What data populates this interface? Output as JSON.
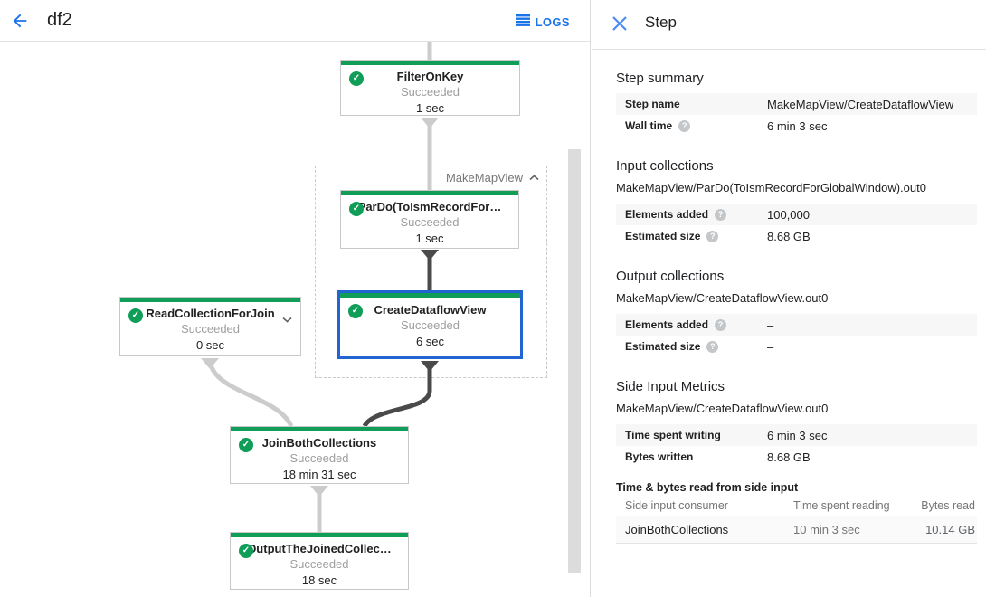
{
  "header": {
    "title": "df2",
    "logs_label": "LOGS"
  },
  "colors": {
    "green": "#0f9d58",
    "blue": "#1a73e8",
    "selected_border": "#2264d1",
    "edge_gray": "#cccccc",
    "edge_dark": "#4a4a4a"
  },
  "icons": {
    "back": "arrow-left",
    "logs": "list-lines",
    "close": "x",
    "check": "✓",
    "help": "?",
    "group_collapse": "chevron-up",
    "node_expand": "chevron-down"
  },
  "graph": {
    "group": {
      "label": "MakeMapView"
    },
    "nodes": {
      "filter": {
        "name": "FilterOnKey",
        "status": "Succeeded",
        "time": "1 sec"
      },
      "pardo": {
        "name": "ParDo(ToIsmRecordFor…",
        "status": "Succeeded",
        "time": "1 sec"
      },
      "create": {
        "name": "CreateDataflowView",
        "status": "Succeeded",
        "time": "6 sec"
      },
      "read": {
        "name": "ReadCollectionForJoin",
        "status": "Succeeded",
        "time": "0 sec"
      },
      "join": {
        "name": "JoinBothCollections",
        "status": "Succeeded",
        "time": "18 min 31 sec"
      },
      "output": {
        "name": "OutputTheJoinedCollec…",
        "status": "Succeeded",
        "time": "18 sec"
      }
    }
  },
  "panel": {
    "title": "Step",
    "sections": {
      "summary": {
        "title": "Step summary",
        "rows": [
          {
            "label": "Step name",
            "value": "MakeMapView/CreateDataflowView"
          },
          {
            "label": "Wall time",
            "value": "6 min 3 sec"
          }
        ]
      },
      "input": {
        "title": "Input collections",
        "collection": "MakeMapView/ParDo(ToIsmRecordForGlobalWindow).out0",
        "rows": [
          {
            "label": "Elements added",
            "value": "100,000"
          },
          {
            "label": "Estimated size",
            "value": "8.68 GB"
          }
        ]
      },
      "output": {
        "title": "Output collections",
        "collection": "MakeMapView/CreateDataflowView.out0",
        "rows": [
          {
            "label": "Elements added",
            "value": "–"
          },
          {
            "label": "Estimated size",
            "value": "–"
          }
        ]
      },
      "side_input": {
        "title": "Side Input Metrics",
        "collection": "MakeMapView/CreateDataflowView.out0",
        "rows": [
          {
            "label": "Time spent writing",
            "value": "6 min 3 sec"
          },
          {
            "label": "Bytes written",
            "value": "8.68 GB"
          }
        ]
      },
      "side_input_table": {
        "title": "Time & bytes read from side input",
        "columns": [
          "Side input consumer",
          "Time spent reading",
          "Bytes read"
        ],
        "rows": [
          {
            "consumer": "JoinBothCollections",
            "time": "10 min 3 sec",
            "bytes": "10.14 GB"
          }
        ]
      }
    }
  }
}
